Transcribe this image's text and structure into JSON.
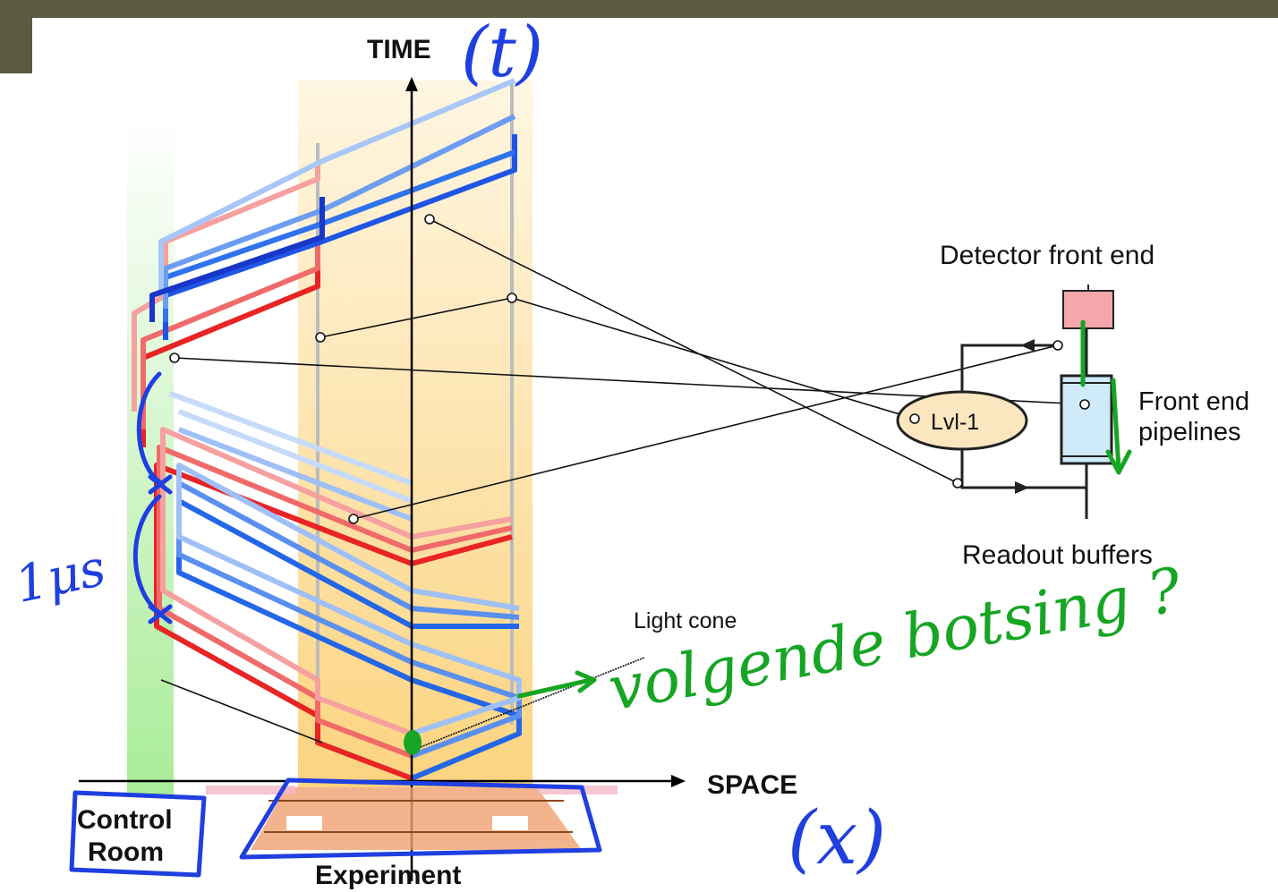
{
  "labels": {
    "time": "TIME",
    "space": "SPACE",
    "control_room_line1": "Control",
    "control_room_line2": "Room",
    "experiment": "Experiment",
    "light_cone": "Light cone",
    "detector_front_end": "Detector front end",
    "front_end_line1": "Front end",
    "front_end_line2": "pipelines",
    "readout_buffers": "Readout buffers",
    "lvl1": "Lvl-1"
  },
  "annotations": {
    "time_symbol": "(t)",
    "space_symbol": "(x)",
    "one_mu_s": "1μs",
    "next_collision": "volgende botsing ?"
  },
  "colors": {
    "header_bar": "#5c5b42",
    "control_room_band": "#b6f0a6",
    "experiment_band": "#fbd98a",
    "hand_blue": "#1f3fe0",
    "hand_green": "#17a524",
    "detector_box": "#f4a6ac",
    "pipeline_box": "#cfeaf8",
    "lvl1_ellipse": "#fbe6c0"
  }
}
